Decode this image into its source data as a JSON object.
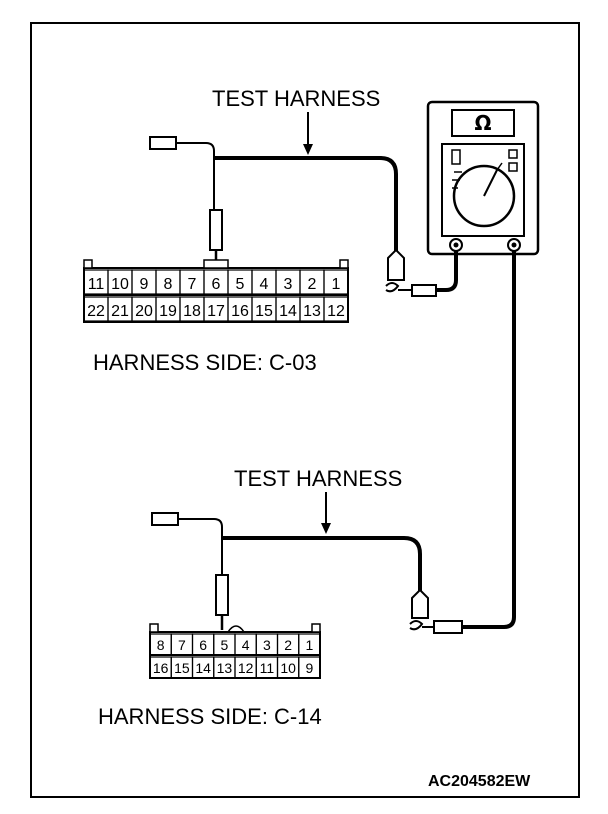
{
  "top": {
    "harness_label": "TEST HARNESS",
    "connector_label": "HARNESS SIDE: C-03",
    "row1": [
      "11",
      "10",
      "9",
      "8",
      "7",
      "6",
      "5",
      "4",
      "3",
      "2",
      "1"
    ],
    "row2": [
      "22",
      "21",
      "20",
      "19",
      "18",
      "17",
      "16",
      "15",
      "14",
      "13",
      "12"
    ]
  },
  "bottom": {
    "harness_label": "TEST HARNESS",
    "connector_label": "HARNESS SIDE: C-14",
    "row1": [
      "8",
      "7",
      "6",
      "5",
      "4",
      "3",
      "2",
      "1"
    ],
    "row2": [
      "16",
      "15",
      "14",
      "13",
      "12",
      "11",
      "10",
      "9"
    ]
  },
  "meter": {
    "symbol": "Ω"
  },
  "figure_code": "AC204582EW"
}
